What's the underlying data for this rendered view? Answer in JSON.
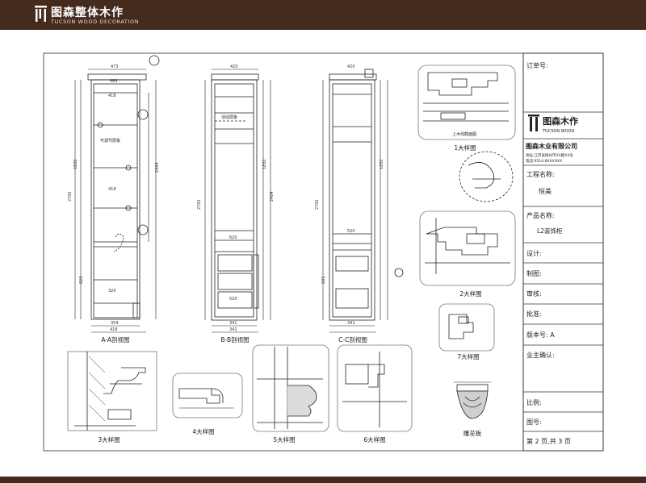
{
  "header": {
    "brand_cn": "图森整体木作",
    "brand_en": "TUCSON WOOD DECORATION"
  },
  "drawing": {
    "view_labels": [
      "A-A剖视图",
      "B-B剖视图",
      "C-C剖视图"
    ],
    "detail_labels": [
      "1大样图",
      "2大样图",
      "3大样图",
      "4大样图",
      "5大样图",
      "6大样图",
      "7大样图",
      "雕花板"
    ],
    "dims_a": [
      "473",
      "464",
      "418",
      "1832",
      "2702",
      "2404",
      "418",
      "820",
      "320",
      "354",
      "418"
    ],
    "dims_b": [
      "420",
      "2702",
      "2404",
      "620",
      "1832",
      "341",
      "341",
      "520"
    ],
    "dims_c": [
      "420",
      "2702",
      "1832",
      "520",
      "601",
      "341"
    ],
    "annotations": [
      "可调节层板",
      "活动层板",
      "上木线截面图"
    ]
  },
  "title_block": {
    "order_no_label": "订单号:",
    "logo_cn": "图森木作",
    "logo_en": "TUCSON WOOD",
    "company": "图森木业有限公司",
    "address": "地址:江苏省扬州市XX路XX号",
    "phone": "电话:0514-8XXXXXX",
    "project_label": "工程名称:",
    "project_value": "恒美",
    "product_label": "产品名称:",
    "product_value": "L2装饰柜",
    "designer_label": "设计:",
    "drafter_label": "制图:",
    "checker_label": "审核:",
    "approver_label": "批准:",
    "version_label": "版本号: A",
    "owner_confirm_label": "业主确认:",
    "scale_label": "比例:",
    "drawing_no_label": "图号:",
    "page_info": "第 2 页,共 3 页"
  }
}
